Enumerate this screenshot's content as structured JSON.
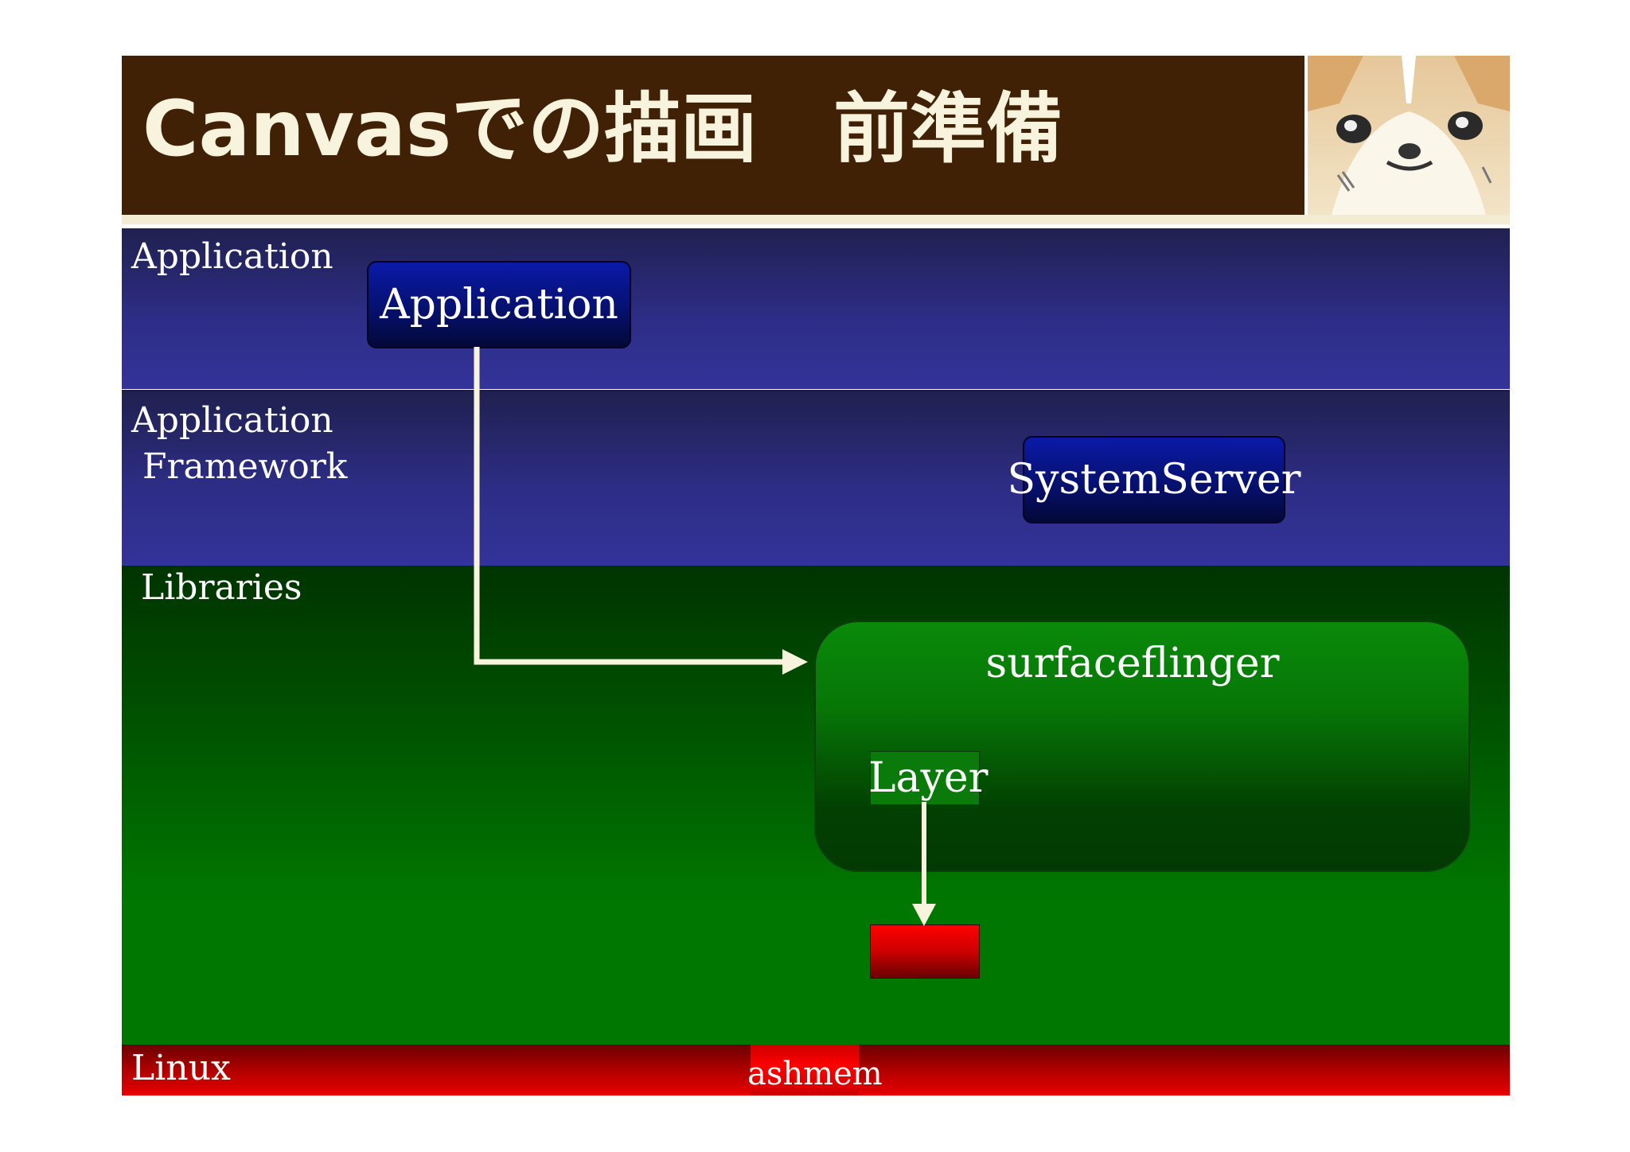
{
  "title": "Canvasでの描画　前準備",
  "layers": {
    "application": "Application",
    "application_framework": "Application\n Framework",
    "libraries": "Libraries",
    "linux": "Linux"
  },
  "nodes": {
    "application": "Application",
    "system_server": "SystemServer",
    "surfaceflinger": "surfaceflinger",
    "layer": "Layer",
    "ashmem": "ashmem"
  },
  "colors": {
    "title_bg": "#412106",
    "title_text": "#f7f3dc",
    "band_blue": "#2d2d86",
    "band_green": "#007700",
    "band_red": "#e80000",
    "arrow": "#f7f3dc"
  },
  "icons": {
    "mascot": "cartoon-animal-face"
  }
}
